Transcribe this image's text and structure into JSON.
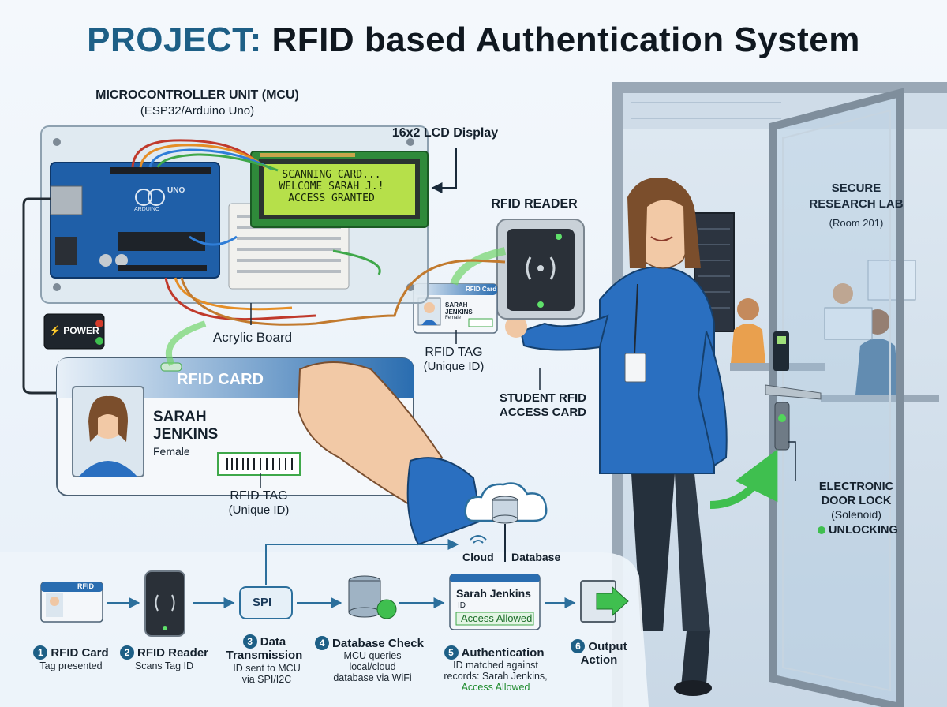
{
  "title": {
    "accent": "PROJECT:",
    "main": "RFID based Authentication System"
  },
  "mcu": {
    "label": "MICROCONTROLLER UNIT (MCU)",
    "sub": "(ESP32/Arduino Uno)",
    "board_text": "UNO",
    "board_brand": "ARDUINO"
  },
  "lcd": {
    "label": "16x2 LCD Display",
    "lines": [
      "SCANNING CARD...",
      "WELCOME SARAH J.!",
      "ACCESS GRANTED"
    ]
  },
  "power": {
    "label": "POWER"
  },
  "acrylic": {
    "label": "Acrylic Board"
  },
  "rfid_card": {
    "header": "RFID CARD",
    "first_name": "SARAH",
    "last_name": "JENKINS",
    "gender": "Female",
    "tag_label": "RFID TAG",
    "tag_sub": "(Unique ID)"
  },
  "small_card": {
    "header": "RFID Card",
    "first_name": "SARAH",
    "last_name": "JENKINS",
    "gender": "Female",
    "tag_label": "RFID TAG",
    "tag_sub": "(Unique ID)"
  },
  "reader": {
    "label": "RFID READER"
  },
  "student_card": {
    "line1": "STUDENT RFID",
    "line2": "ACCESS CARD"
  },
  "lab": {
    "line1": "SECURE",
    "line2": "RESEARCH LAB",
    "room": "(Room 201)"
  },
  "door_lock": {
    "line1": "ELECTRONIC",
    "line2": "DOOR LOCK",
    "sub": "(Solenoid)",
    "status": "UNLOCKING"
  },
  "cloud": {
    "left": "Cloud",
    "right": "Database"
  },
  "flow": {
    "icons": {
      "card_text": "RFID",
      "spi_text": "SPI"
    },
    "auth_panel": {
      "name": "Sarah Jenkins",
      "id_label": "ID",
      "status": "Access Allowed"
    },
    "steps": [
      {
        "num": "1",
        "title": "RFID Card",
        "desc": "Tag presented"
      },
      {
        "num": "2",
        "title": "RFID Reader",
        "desc": "Scans Tag ID"
      },
      {
        "num": "3",
        "title": "Data Transmission",
        "desc": "ID sent to MCU via SPI/I2C"
      },
      {
        "num": "4",
        "title": "Database Check",
        "desc": "MCU queries local/cloud database via WiFi"
      },
      {
        "num": "5",
        "title": "Authentication",
        "desc": "ID matched against records: Sarah Jenkins,",
        "desc_status": "Access Allowed"
      },
      {
        "num": "6",
        "title": "Output Action",
        "desc": ""
      }
    ]
  },
  "colors": {
    "accent": "#1d5f86",
    "board": "#1f5fa8",
    "lcd": "#b6e04a",
    "hoodie": "#2a6fc0",
    "ok_green": "#1d8a2c",
    "door": "#8a99a8"
  }
}
